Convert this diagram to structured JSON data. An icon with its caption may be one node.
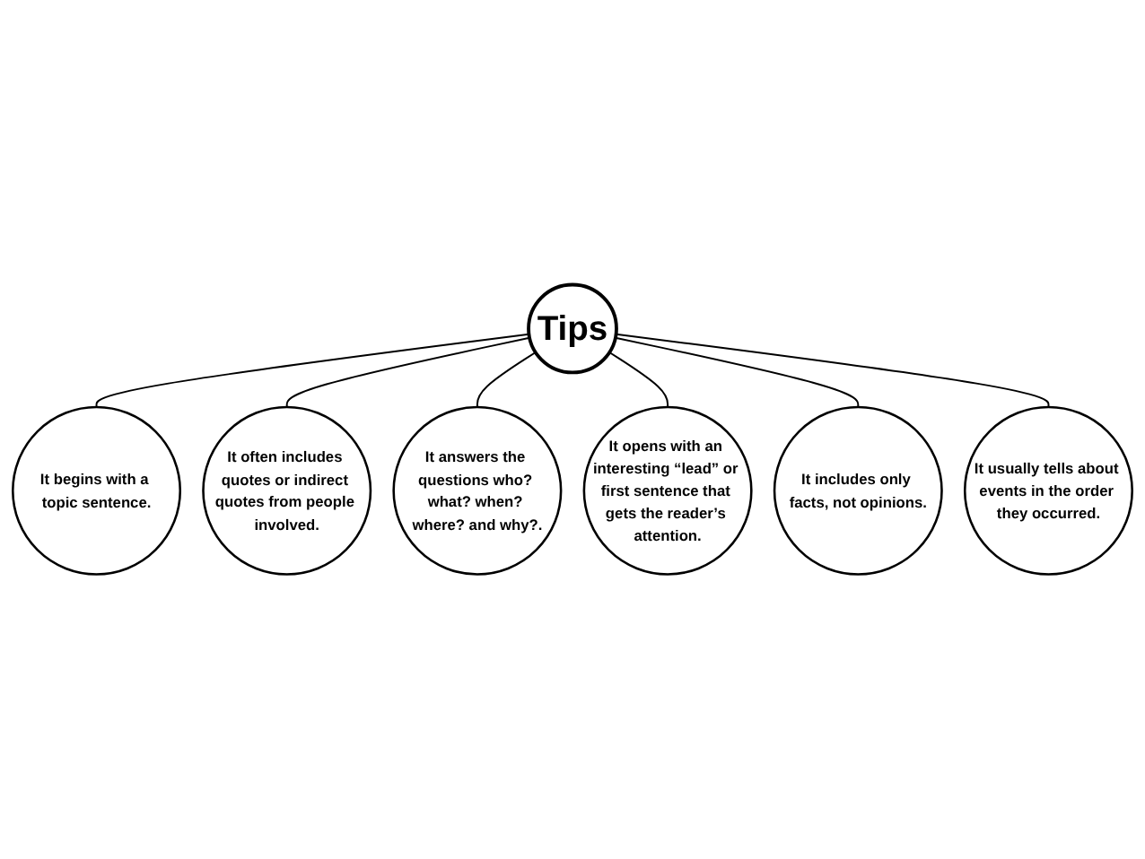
{
  "diagram": {
    "nodes": [
      {
        "text": [
          "It begins with a topic sentence."
        ]
      },
      {
        "text": [
          "It often includes quotes or indirect quotes from people involved."
        ]
      },
      {
        "text": [
          "It answers the questions who? what? when? where? and why?."
        ]
      },
      {
        "text": [
          "Tips"
        ]
      },
      {
        "text": [
          "It opens with an interesting “lead” or first sentence that gets the reader’s attention."
        ]
      },
      {
        "text": [
          "It usually tells about events in the order they occurred."
        ]
      },
      {
        "text": [
          "It includes only facts, not opinions."
        ]
      }
    ],
    "edges": [
      {
        "from": 3,
        "to": 0,
        "arrow": "none"
      },
      {
        "from": 3,
        "to": 1,
        "arrow": "none"
      },
      {
        "from": 3,
        "to": 2,
        "arrow": "none"
      },
      {
        "from": 3,
        "to": 4,
        "arrow": "none"
      },
      {
        "from": 3,
        "to": 6,
        "arrow": "none"
      },
      {
        "from": 3,
        "to": 5,
        "arrow": "none"
      }
    ]
  }
}
